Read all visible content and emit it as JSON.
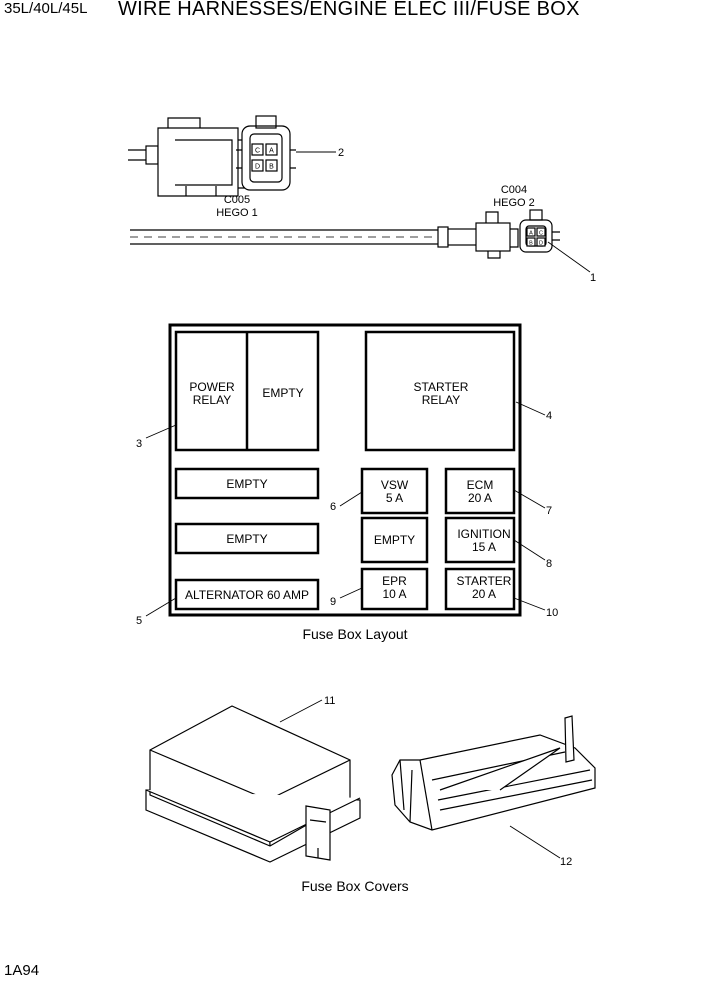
{
  "header": {
    "model": "35L/40L/45L",
    "title": "WIRE HARNESSES/ENGINE ELEC III/FUSE BOX"
  },
  "footer": {
    "page_code": "1A94"
  },
  "connectors": [
    {
      "id": "C005",
      "name": "HEGO 1",
      "pins": [
        "C",
        "A",
        "D",
        "B"
      ]
    },
    {
      "id": "C004",
      "name": "HEGO 2",
      "pins": [
        "A",
        "C",
        "B",
        "D"
      ]
    }
  ],
  "fuse_box": {
    "caption": "Fuse Box Layout",
    "relays": {
      "power_line1": "POWER",
      "power_line2": "RELAY",
      "empty": "EMPTY",
      "starter_line1": "STARTER",
      "starter_line2": "RELAY"
    },
    "left_slots": [
      "EMPTY",
      "EMPTY",
      "ALTERNATOR 60 AMP"
    ],
    "fuses": {
      "vsw": [
        "VSW",
        "5 A"
      ],
      "ecm": [
        "ECM",
        "20 A"
      ],
      "empty": "EMPTY",
      "ignition": [
        "IGNITION",
        "15 A"
      ],
      "epr": [
        "EPR",
        "10 A"
      ],
      "starter": [
        "STARTER",
        "20 A"
      ]
    }
  },
  "covers": {
    "caption": "Fuse Box Covers"
  },
  "callouts": [
    "1",
    "2",
    "3",
    "4",
    "5",
    "6",
    "7",
    "8",
    "9",
    "10",
    "11",
    "12"
  ]
}
